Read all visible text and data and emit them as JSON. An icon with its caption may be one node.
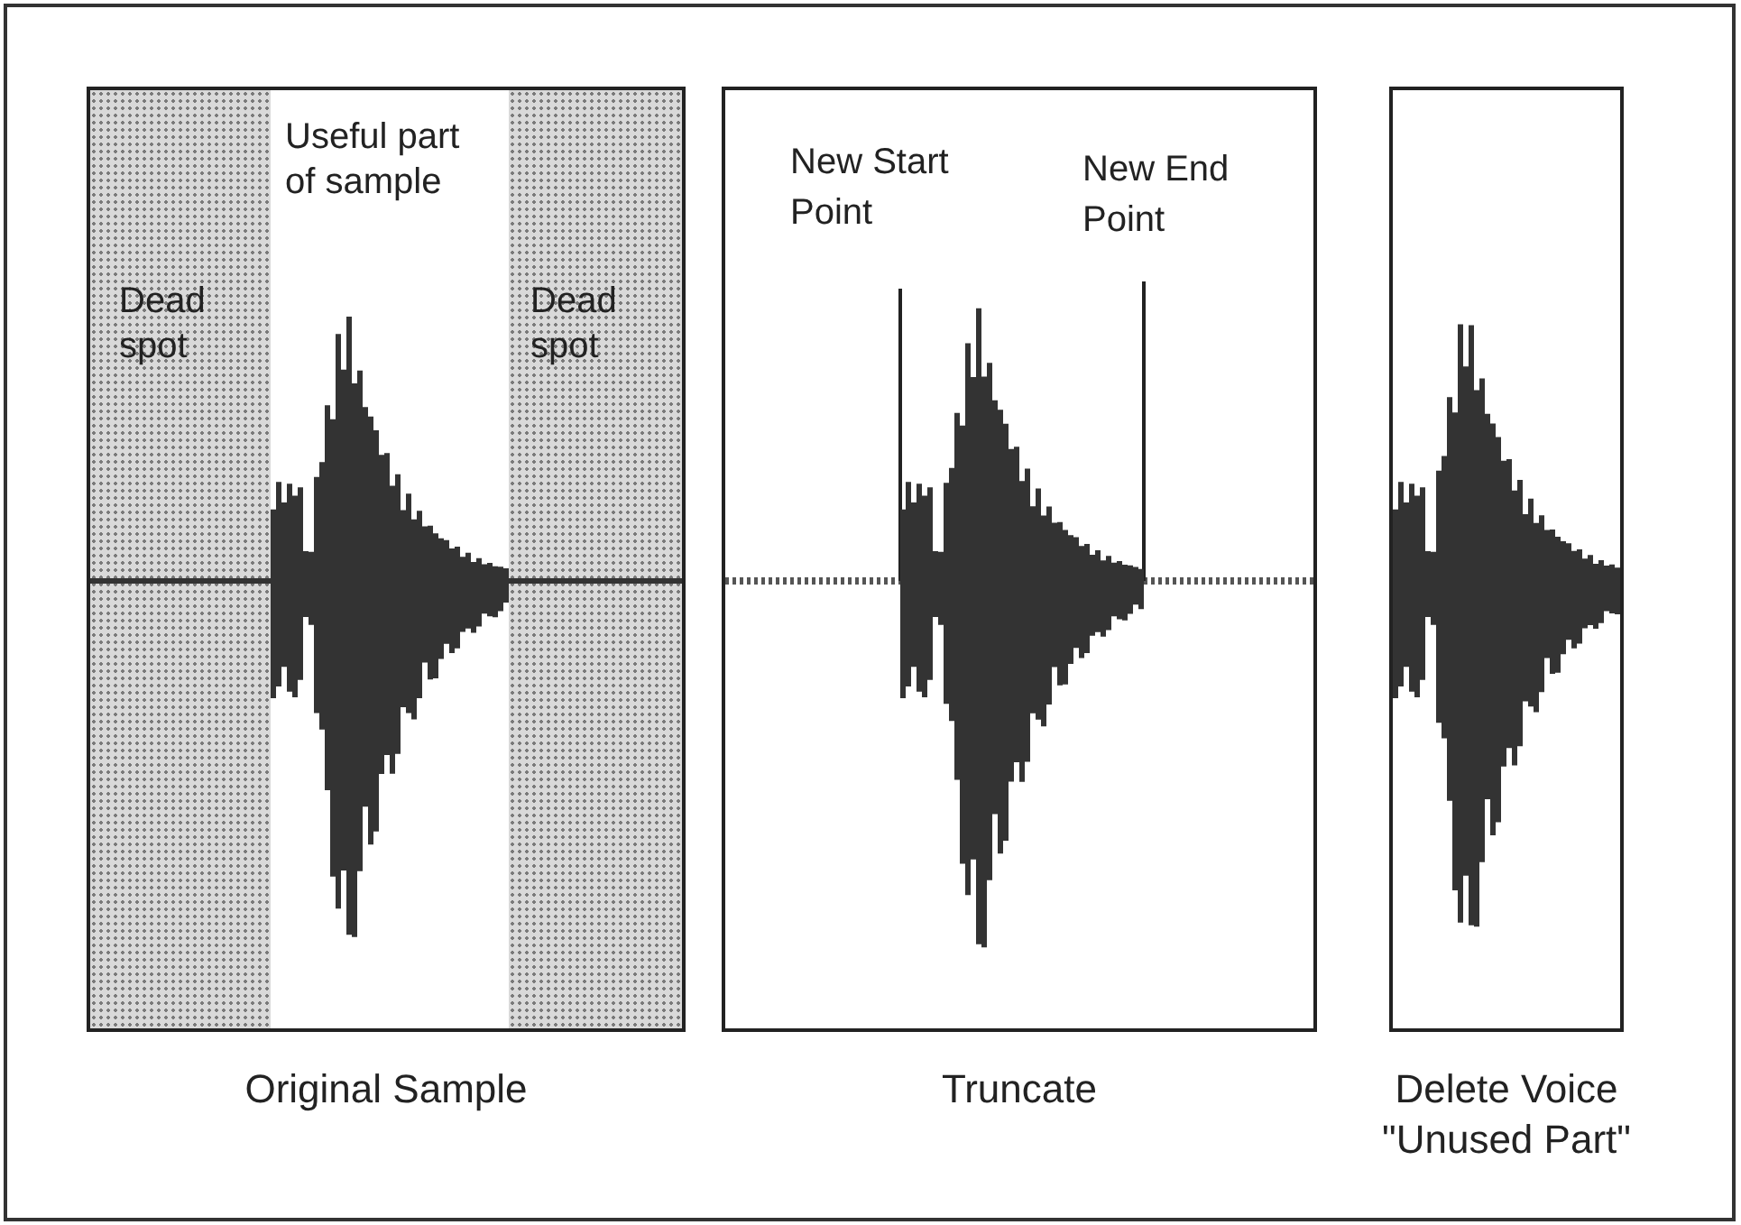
{
  "diagram": {
    "nodes": [
      {
        "text": [
          "Original Sample"
        ]
      },
      {
        "text": [
          "Dead spot"
        ],
        "in": 0
      },
      {
        "text": [
          "Useful part of sample"
        ],
        "in": 0
      },
      {
        "text": [
          "Dead spot"
        ],
        "in": 0
      },
      {
        "text": [
          "Truncate"
        ]
      },
      {
        "text": [
          "Delete Voice \"Unused Part\""
        ]
      }
    ],
    "labels": [
      "New Start Point",
      "New End Point"
    ]
  }
}
